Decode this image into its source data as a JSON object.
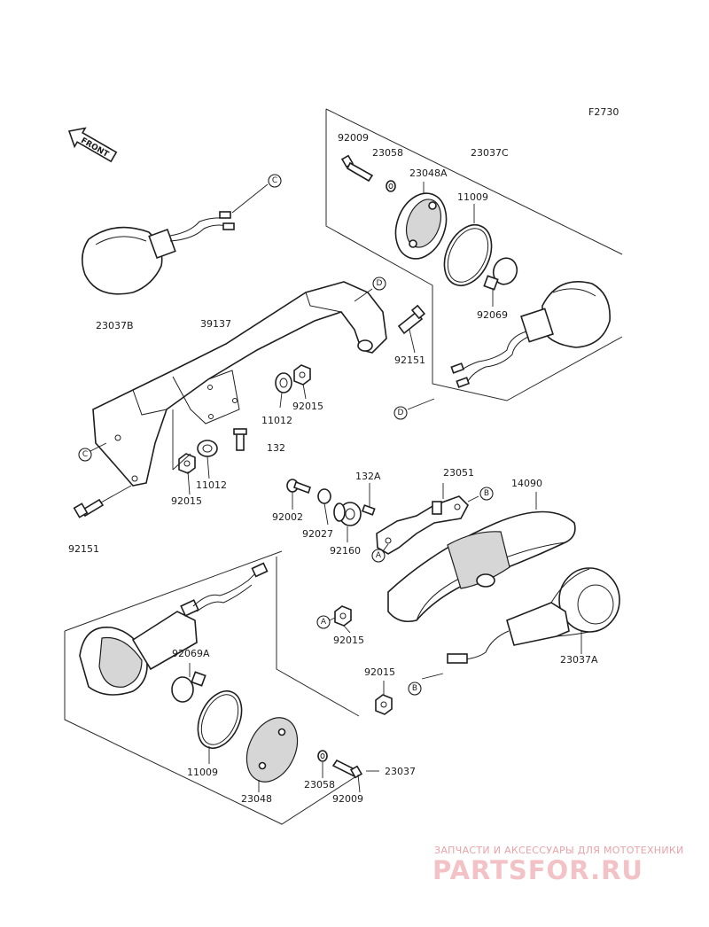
{
  "figure_code": "F2730",
  "front_label": "FRONT",
  "part_labels": [
    {
      "id": "92009",
      "text": "92009"
    },
    {
      "id": "23058",
      "text": "23058"
    },
    {
      "id": "23048A",
      "text": "23048A"
    },
    {
      "id": "23037C",
      "text": "23037C"
    },
    {
      "id": "11009",
      "text": "11009"
    },
    {
      "id": "92069",
      "text": "92069"
    },
    {
      "id": "23037B",
      "text": "23037B"
    },
    {
      "id": "39137",
      "text": "39137"
    },
    {
      "id": "92151",
      "text": "92151"
    },
    {
      "id": "92015",
      "text": "92015"
    },
    {
      "id": "11012",
      "text": "11012"
    },
    {
      "id": "132",
      "text": "132"
    },
    {
      "id": "11012",
      "text": "11012"
    },
    {
      "id": "92015",
      "text": "92015"
    },
    {
      "id": "92151",
      "text": "92151"
    },
    {
      "id": "132A",
      "text": "132A"
    },
    {
      "id": "23051",
      "text": "23051"
    },
    {
      "id": "14090",
      "text": "14090"
    },
    {
      "id": "92002",
      "text": "92002"
    },
    {
      "id": "92027",
      "text": "92027"
    },
    {
      "id": "92160",
      "text": "92160"
    },
    {
      "id": "92015",
      "text": "92015"
    },
    {
      "id": "92069A",
      "text": "92069A"
    },
    {
      "id": "23037A",
      "text": "23037A"
    },
    {
      "id": "92015",
      "text": "92015"
    },
    {
      "id": "11009",
      "text": "11009"
    },
    {
      "id": "23058",
      "text": "23058"
    },
    {
      "id": "23037",
      "text": "23037"
    },
    {
      "id": "23048",
      "text": "23048"
    },
    {
      "id": "92009",
      "text": "92009"
    }
  ],
  "ref_markers": [
    {
      "letter": "C"
    },
    {
      "letter": "D"
    },
    {
      "letter": "D"
    },
    {
      "letter": "C"
    },
    {
      "letter": "B"
    },
    {
      "letter": "A"
    },
    {
      "letter": "A"
    },
    {
      "letter": "B"
    }
  ],
  "watermark": {
    "top_text": "ЗАПЧАСТИ И АКСЕССУАРЫ ДЛЯ МОТОТЕХНИКИ",
    "logo_text": "PARTSFOR.RU"
  }
}
